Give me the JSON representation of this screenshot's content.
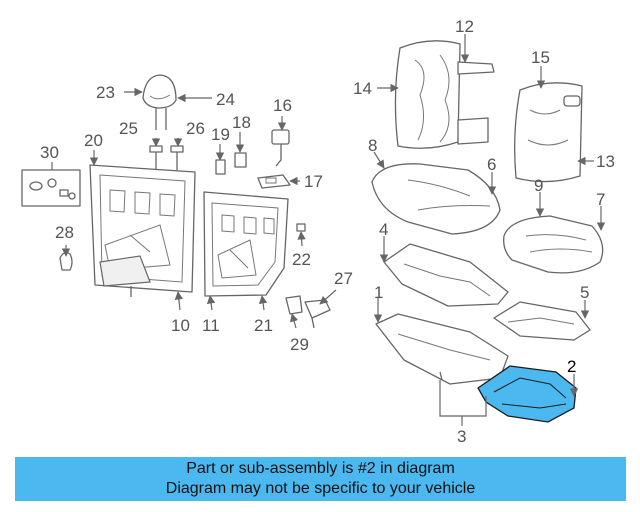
{
  "callouts": {
    "c1": "1",
    "c2": "2",
    "c3": "3",
    "c4": "4",
    "c5": "5",
    "c6": "6",
    "c7": "7",
    "c8": "8",
    "c9": "9",
    "c10": "10",
    "c11": "11",
    "c12": "12",
    "c13": "13",
    "c14": "14",
    "c15": "15",
    "c16": "16",
    "c17": "17",
    "c18": "18",
    "c19": "19",
    "c20": "20",
    "c21": "21",
    "c22": "22",
    "c23": "23",
    "c24": "24",
    "c25": "25",
    "c26": "26",
    "c27": "27",
    "c28": "28",
    "c29": "29",
    "c30": "30"
  },
  "highlight_color": "#4bb8f0",
  "banner": {
    "line1": "Part or sub-assembly is #2 in diagram",
    "line2": "Diagram may not be specific to your vehicle"
  }
}
